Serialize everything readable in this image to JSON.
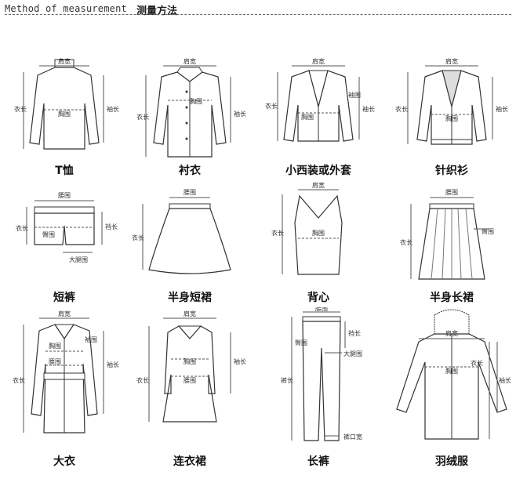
{
  "header": {
    "title_en": "Method of measurement",
    "title_cn": "测量方法"
  },
  "garments": [
    {
      "caption": "T恤",
      "labels": {
        "shoulder": "肩宽",
        "chest": "胸围",
        "length": "衣长",
        "sleeve": "袖长"
      }
    },
    {
      "caption": "衬衣",
      "labels": {
        "shoulder": "肩宽",
        "chest": "胸围",
        "length": "衣长",
        "sleeve": "袖长"
      }
    },
    {
      "caption": "小西装或外套",
      "labels": {
        "shoulder": "肩宽",
        "chest": "胸围",
        "length": "衣长",
        "sleeve": "袖长",
        "cuff": "袖围"
      }
    },
    {
      "caption": "针织衫",
      "labels": {
        "shoulder": "肩宽",
        "chest": "胸围",
        "length": "衣长",
        "sleeve": "袖长"
      }
    },
    {
      "caption": "短裤",
      "labels": {
        "waist": "腰围",
        "hip": "臀围",
        "length": "衣长",
        "side": "裆长",
        "thigh": "大腿围"
      }
    },
    {
      "caption": "半身短裙",
      "labels": {
        "waist": "腰围",
        "length": "衣长"
      }
    },
    {
      "caption": "背心",
      "labels": {
        "shoulder": "肩宽",
        "chest": "胸围",
        "length": "衣长"
      }
    },
    {
      "caption": "半身长裙",
      "labels": {
        "waist": "腰围",
        "hip": "臀围",
        "length": "衣长"
      }
    },
    {
      "caption": "大衣",
      "labels": {
        "shoulder": "肩宽",
        "chest": "胸围",
        "waist": "腰围",
        "length": "衣长",
        "sleeve": "袖长",
        "cuff": "袖围"
      }
    },
    {
      "caption": "连衣裙",
      "labels": {
        "shoulder": "肩宽",
        "chest": "胸围",
        "waist": "腰围",
        "length": "衣长",
        "sleeve": "袖长"
      }
    },
    {
      "caption": "长裤",
      "labels": {
        "waist": "腰围",
        "hip": "臀围",
        "crotch": "裆长",
        "thigh": "大腿围",
        "length": "裤长",
        "hem": "裤口宽"
      }
    },
    {
      "caption": "羽绒服",
      "labels": {
        "shoulder": "肩宽",
        "chest": "胸围",
        "length": "衣长",
        "sleeve": "袖长"
      }
    }
  ]
}
